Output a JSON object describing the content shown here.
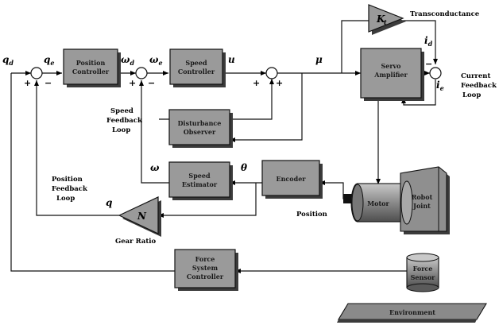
{
  "blocks": {
    "position_controller": [
      "Position",
      "Controller"
    ],
    "speed_controller": [
      "Speed",
      "Controller"
    ],
    "disturbance_observer": [
      "Disturbance",
      "Observer"
    ],
    "speed_estimator": [
      "Speed",
      "Estimator"
    ],
    "encoder": "Encoder",
    "servo_amplifier": [
      "Servo",
      "Amplifier"
    ],
    "transconductance_gain": "K",
    "gear_ratio": "N",
    "motor": "Motor",
    "robot_joint": [
      "Robot",
      "Joint"
    ],
    "force_controller": [
      "Force",
      "System",
      "Controller"
    ],
    "force_sensor": [
      "Force",
      "Sensor"
    ],
    "environment": "Environment"
  },
  "signals": {
    "qd": "q",
    "qd_sub": "d",
    "qe": "q",
    "qe_sub": "e",
    "wd": "ω",
    "wd_sub": "d",
    "we": "ω",
    "we_sub": "e",
    "u": "u",
    "mu": "μ",
    "id": "i",
    "id_sub": "d",
    "ie": "i",
    "ie_sub": "e",
    "omega": "ω",
    "theta": "θ",
    "q": "q"
  },
  "annotations": {
    "transconductance": "Transconductance",
    "current_loop": [
      "Current",
      "Feedback",
      "Loop"
    ],
    "speed_loop": [
      "Speed",
      "Feedback",
      "Loop"
    ],
    "position_loop": [
      "Position",
      "Feedback",
      "Loop"
    ],
    "position": "Position",
    "gear_ratio": "Gear Ratio"
  },
  "signs": {
    "plus": "+",
    "minus": "−"
  }
}
